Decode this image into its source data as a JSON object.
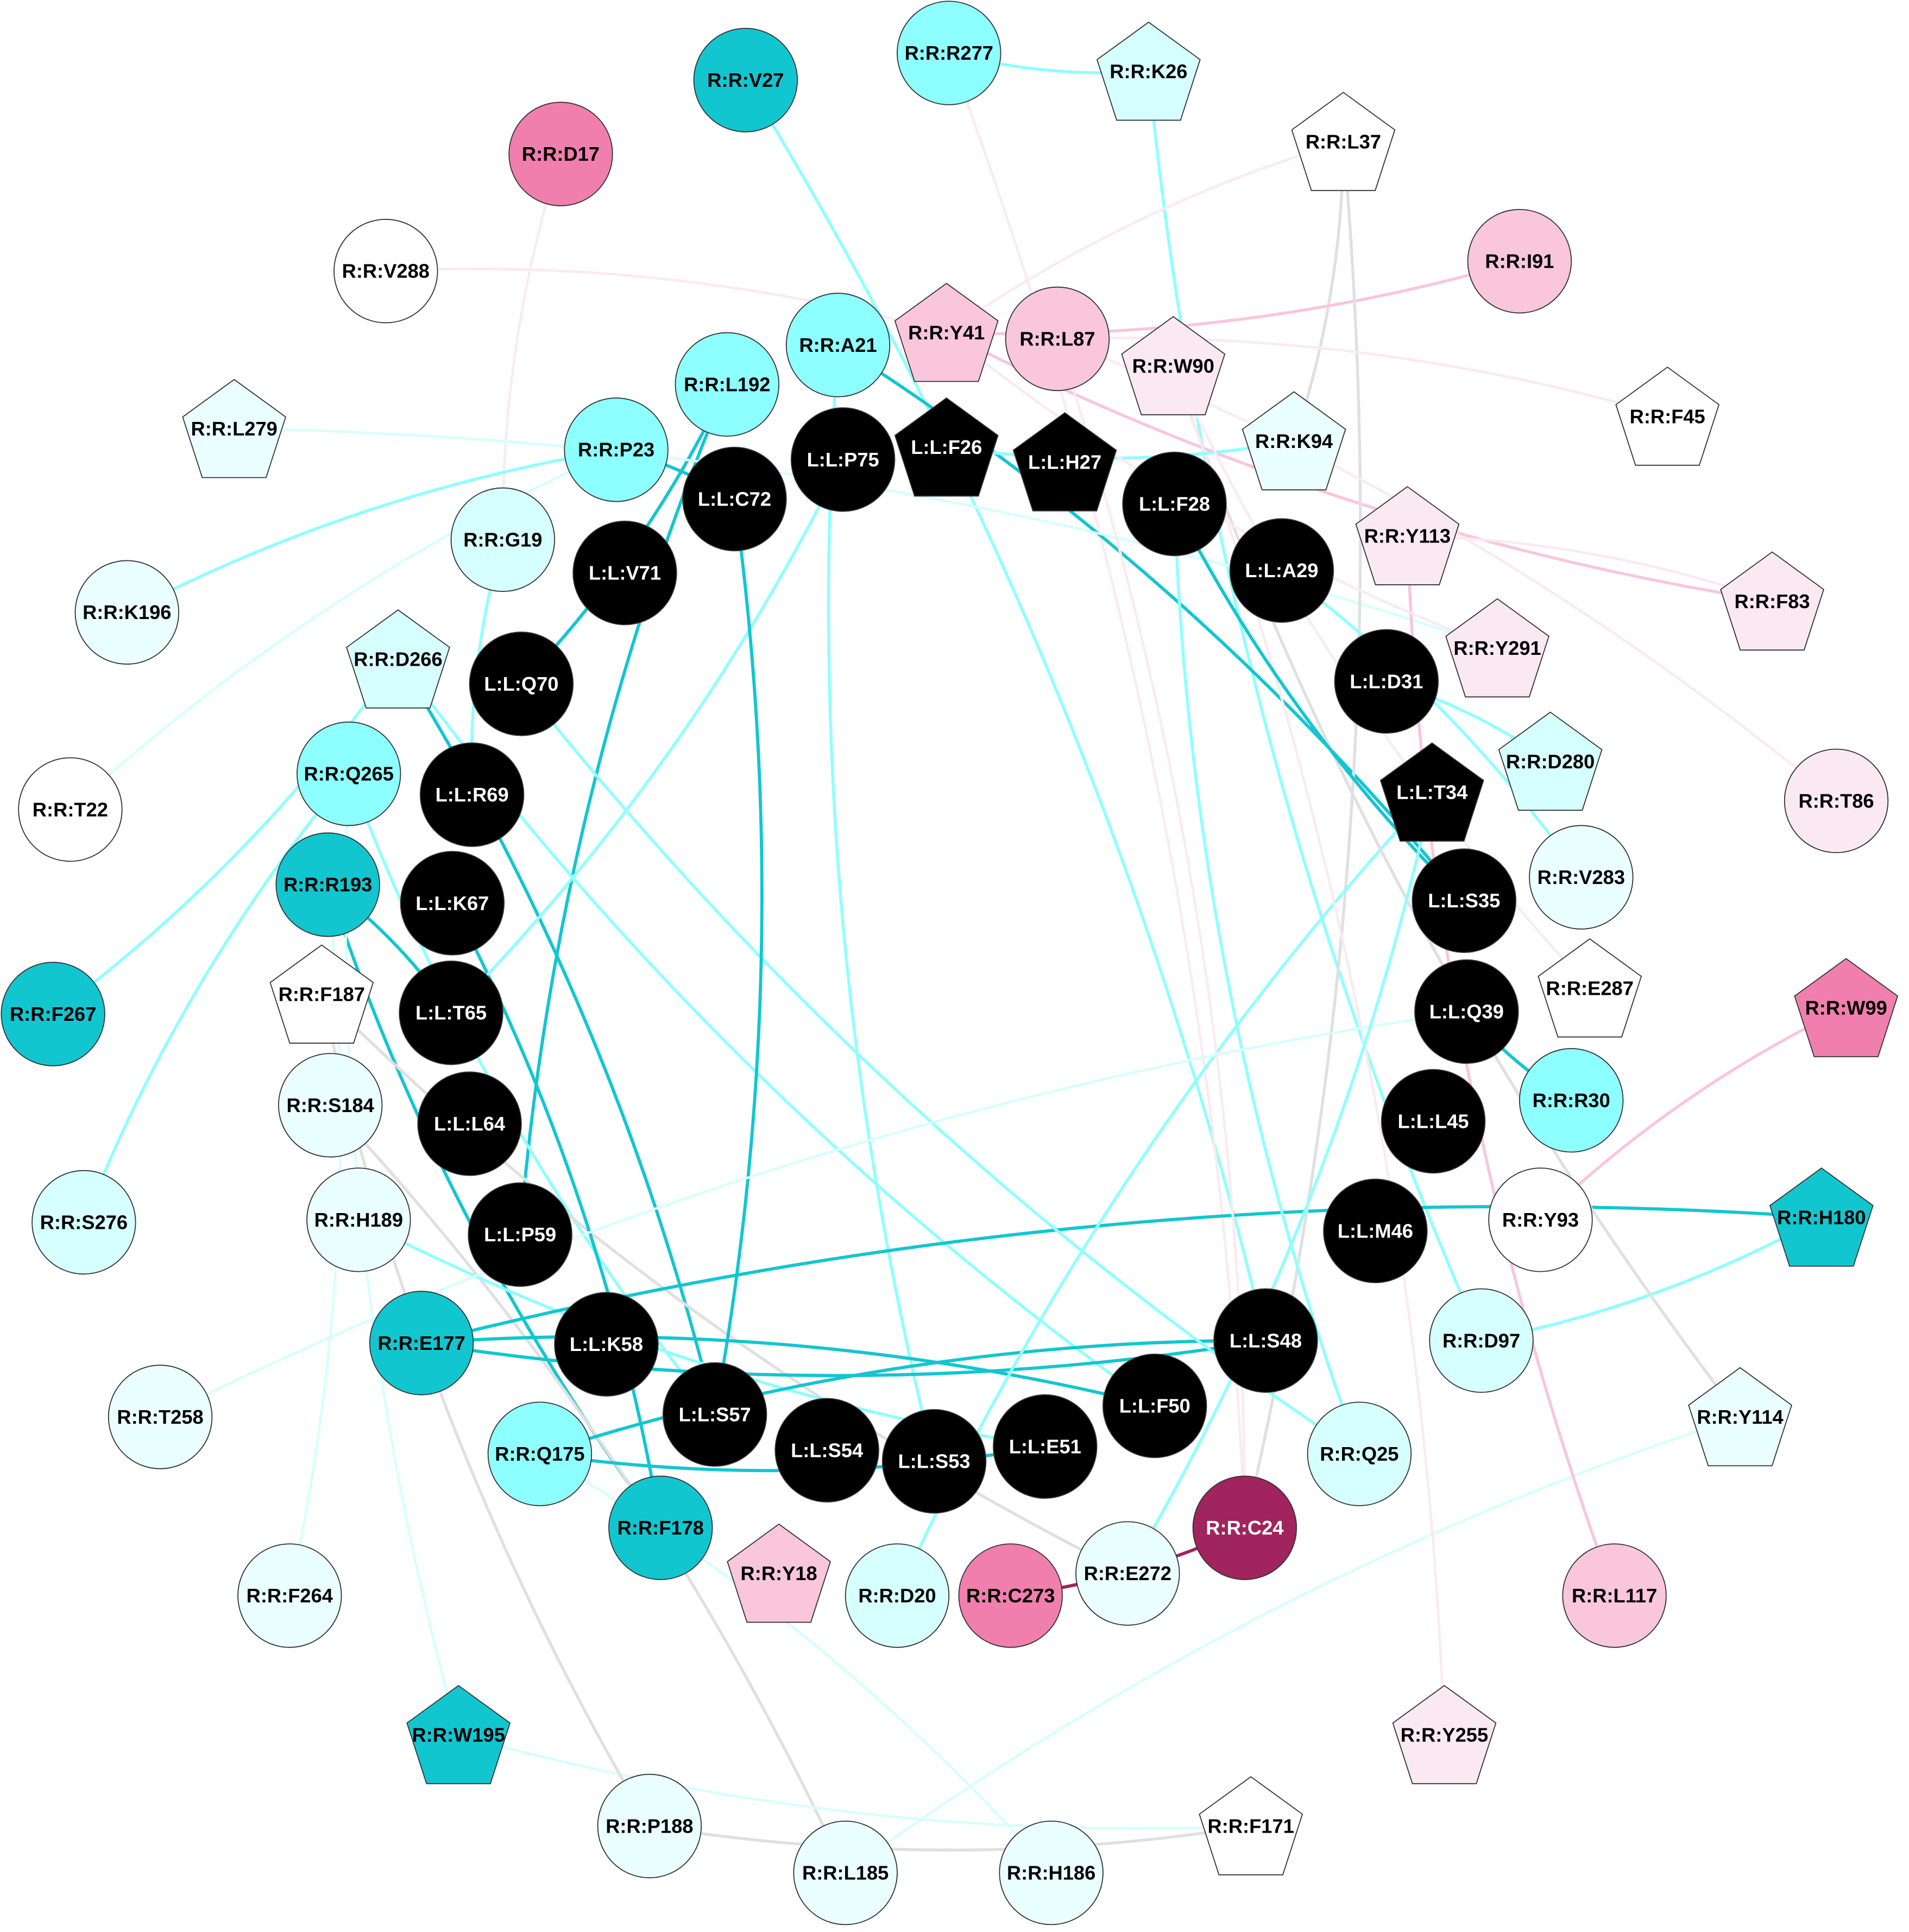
{
  "colors": {
    "dark_cyan": "#12c6d0",
    "cyan": "#8effff",
    "light_cyan": "#d6ffff",
    "pale_cyan": "#eaffff",
    "white": "#ffffff",
    "black": "#000000",
    "pink_strong": "#f07fad",
    "pink": "#f9c6dc",
    "pink_pale": "#fbe9f1",
    "magenta_dark": "#a0245d",
    "gray": "#e0e0e0"
  },
  "nodes": [
    {
      "id": "R:R:V27",
      "shape": "circle",
      "fill": "dark_cyan"
    },
    {
      "id": "R:R:R277",
      "shape": "circle",
      "fill": "cyan"
    },
    {
      "id": "R:R:K26",
      "shape": "pentagon",
      "fill": "light_cyan"
    },
    {
      "id": "R:R:L37",
      "shape": "pentagon",
      "fill": "white"
    },
    {
      "id": "R:R:D17",
      "shape": "circle",
      "fill": "pink_strong"
    },
    {
      "id": "R:R:I91",
      "shape": "circle",
      "fill": "pink"
    },
    {
      "id": "R:R:V288",
      "shape": "circle",
      "fill": "white"
    },
    {
      "id": "R:R:A21",
      "shape": "circle",
      "fill": "cyan"
    },
    {
      "id": "R:R:Y41",
      "shape": "pentagon",
      "fill": "pink"
    },
    {
      "id": "R:R:L87",
      "shape": "circle",
      "fill": "pink"
    },
    {
      "id": "R:R:W90",
      "shape": "pentagon",
      "fill": "pink_pale"
    },
    {
      "id": "R:R:F45",
      "shape": "pentagon",
      "fill": "white"
    },
    {
      "id": "R:R:L192",
      "shape": "circle",
      "fill": "cyan"
    },
    {
      "id": "R:R:L279",
      "shape": "pentagon",
      "fill": "pale_cyan"
    },
    {
      "id": "R:R:P23",
      "shape": "circle",
      "fill": "cyan"
    },
    {
      "id": "R:R:K94",
      "shape": "pentagon",
      "fill": "pale_cyan"
    },
    {
      "id": "R:R:G19",
      "shape": "circle",
      "fill": "light_cyan"
    },
    {
      "id": "R:R:Y113",
      "shape": "pentagon",
      "fill": "pink_pale"
    },
    {
      "id": "R:R:F83",
      "shape": "pentagon",
      "fill": "pink_pale"
    },
    {
      "id": "R:R:K196",
      "shape": "circle",
      "fill": "pale_cyan"
    },
    {
      "id": "R:R:Y291",
      "shape": "pentagon",
      "fill": "pink_pale"
    },
    {
      "id": "R:R:D266",
      "shape": "pentagon",
      "fill": "light_cyan"
    },
    {
      "id": "R:R:D280",
      "shape": "pentagon",
      "fill": "light_cyan"
    },
    {
      "id": "R:R:Q265",
      "shape": "circle",
      "fill": "cyan"
    },
    {
      "id": "R:R:T22",
      "shape": "circle",
      "fill": "white"
    },
    {
      "id": "R:R:T86",
      "shape": "circle",
      "fill": "pink_pale"
    },
    {
      "id": "R:R:V283",
      "shape": "circle",
      "fill": "pale_cyan"
    },
    {
      "id": "R:R:R193",
      "shape": "circle",
      "fill": "dark_cyan"
    },
    {
      "id": "R:R:F187",
      "shape": "pentagon",
      "fill": "white"
    },
    {
      "id": "R:R:E287",
      "shape": "pentagon",
      "fill": "white"
    },
    {
      "id": "R:R:W99",
      "shape": "pentagon",
      "fill": "pink_strong"
    },
    {
      "id": "R:R:F267",
      "shape": "circle",
      "fill": "dark_cyan"
    },
    {
      "id": "R:R:S184",
      "shape": "circle",
      "fill": "pale_cyan"
    },
    {
      "id": "R:R:R30",
      "shape": "circle",
      "fill": "cyan"
    },
    {
      "id": "R:R:S276",
      "shape": "circle",
      "fill": "light_cyan"
    },
    {
      "id": "R:R:H189",
      "shape": "circle",
      "fill": "pale_cyan"
    },
    {
      "id": "R:R:Y93",
      "shape": "circle",
      "fill": "white"
    },
    {
      "id": "R:R:H180",
      "shape": "pentagon",
      "fill": "dark_cyan"
    },
    {
      "id": "R:R:E177",
      "shape": "circle",
      "fill": "dark_cyan"
    },
    {
      "id": "R:R:D97",
      "shape": "circle",
      "fill": "light_cyan"
    },
    {
      "id": "R:R:T258",
      "shape": "circle",
      "fill": "pale_cyan"
    },
    {
      "id": "R:R:Y114",
      "shape": "pentagon",
      "fill": "pale_cyan"
    },
    {
      "id": "R:R:Q175",
      "shape": "circle",
      "fill": "cyan"
    },
    {
      "id": "R:R:Q25",
      "shape": "circle",
      "fill": "light_cyan"
    },
    {
      "id": "R:R:F178",
      "shape": "circle",
      "fill": "dark_cyan"
    },
    {
      "id": "R:R:C24",
      "shape": "circle",
      "fill": "magenta_dark"
    },
    {
      "id": "R:R:Y18",
      "shape": "pentagon",
      "fill": "pink"
    },
    {
      "id": "R:R:D20",
      "shape": "circle",
      "fill": "light_cyan"
    },
    {
      "id": "R:R:C273",
      "shape": "circle",
      "fill": "pink_strong"
    },
    {
      "id": "R:R:E272",
      "shape": "circle",
      "fill": "pale_cyan"
    },
    {
      "id": "R:R:F264",
      "shape": "circle",
      "fill": "pale_cyan"
    },
    {
      "id": "R:R:L117",
      "shape": "circle",
      "fill": "pink"
    },
    {
      "id": "R:R:W195",
      "shape": "pentagon",
      "fill": "dark_cyan"
    },
    {
      "id": "R:R:Y255",
      "shape": "pentagon",
      "fill": "pink_pale"
    },
    {
      "id": "R:R:P188",
      "shape": "circle",
      "fill": "pale_cyan"
    },
    {
      "id": "R:R:F171",
      "shape": "pentagon",
      "fill": "white"
    },
    {
      "id": "R:R:L185",
      "shape": "circle",
      "fill": "pale_cyan"
    },
    {
      "id": "R:R:H186",
      "shape": "circle",
      "fill": "pale_cyan"
    },
    {
      "id": "L:L:P75",
      "shape": "circle",
      "fill": "black"
    },
    {
      "id": "L:L:F26",
      "shape": "pentagon",
      "fill": "black"
    },
    {
      "id": "L:L:H27",
      "shape": "pentagon",
      "fill": "black"
    },
    {
      "id": "L:L:C72",
      "shape": "circle",
      "fill": "black"
    },
    {
      "id": "L:L:F28",
      "shape": "circle",
      "fill": "black"
    },
    {
      "id": "L:L:V71",
      "shape": "circle",
      "fill": "black"
    },
    {
      "id": "L:L:A29",
      "shape": "circle",
      "fill": "black"
    },
    {
      "id": "L:L:Q70",
      "shape": "circle",
      "fill": "black"
    },
    {
      "id": "L:L:D31",
      "shape": "circle",
      "fill": "black"
    },
    {
      "id": "L:L:T34",
      "shape": "pentagon",
      "fill": "black"
    },
    {
      "id": "L:L:R69",
      "shape": "circle",
      "fill": "black"
    },
    {
      "id": "L:L:K67",
      "shape": "circle",
      "fill": "black"
    },
    {
      "id": "L:L:S35",
      "shape": "circle",
      "fill": "black"
    },
    {
      "id": "L:L:T65",
      "shape": "circle",
      "fill": "black"
    },
    {
      "id": "L:L:Q39",
      "shape": "circle",
      "fill": "black"
    },
    {
      "id": "L:L:L64",
      "shape": "circle",
      "fill": "black"
    },
    {
      "id": "L:L:L45",
      "shape": "circle",
      "fill": "black"
    },
    {
      "id": "L:L:P59",
      "shape": "circle",
      "fill": "black"
    },
    {
      "id": "L:L:M46",
      "shape": "circle",
      "fill": "black"
    },
    {
      "id": "L:L:K58",
      "shape": "circle",
      "fill": "black"
    },
    {
      "id": "L:L:S48",
      "shape": "circle",
      "fill": "black"
    },
    {
      "id": "L:L:S57",
      "shape": "circle",
      "fill": "black"
    },
    {
      "id": "L:L:F50",
      "shape": "circle",
      "fill": "black"
    },
    {
      "id": "L:L:S54",
      "shape": "circle",
      "fill": "black"
    },
    {
      "id": "L:L:E51",
      "shape": "circle",
      "fill": "black"
    },
    {
      "id": "L:L:S53",
      "shape": "circle",
      "fill": "black"
    }
  ],
  "edges": [
    [
      "R:R:V27",
      "L:L:S48",
      "cyan"
    ],
    [
      "R:R:R277",
      "R:R:K26",
      "cyan"
    ],
    [
      "R:R:R277",
      "R:R:C24",
      "pink_pale"
    ],
    [
      "R:R:K26",
      "R:R:D97",
      "cyan"
    ],
    [
      "R:R:L37",
      "R:R:K94",
      "gray"
    ],
    [
      "R:R:L37",
      "R:R:Y41",
      "pink_pale"
    ],
    [
      "R:R:I91",
      "R:R:Y41",
      "pink"
    ],
    [
      "R:R:Y41",
      "R:R:F83",
      "pink"
    ],
    [
      "R:R:V288",
      "R:R:Y41",
      "pink_pale"
    ],
    [
      "R:R:D17",
      "R:R:G19",
      "pink_pale"
    ],
    [
      "R:R:A21",
      "L:L:S35",
      "dark_cyan"
    ],
    [
      "R:R:A21",
      "L:L:S53",
      "cyan"
    ],
    [
      "R:R:L192",
      "L:L:Q70",
      "dark_cyan"
    ],
    [
      "R:R:L192",
      "L:L:P59",
      "dark_cyan"
    ],
    [
      "R:R:P23",
      "L:L:C72",
      "dark_cyan"
    ],
    [
      "R:R:P23",
      "R:R:K196",
      "cyan"
    ],
    [
      "R:R:L279",
      "R:R:Y291",
      "light_cyan"
    ],
    [
      "R:R:G19",
      "L:L:R69",
      "cyan"
    ],
    [
      "R:R:D266",
      "R:R:F267",
      "cyan"
    ],
    [
      "R:R:D266",
      "L:L:F50",
      "cyan"
    ],
    [
      "R:R:D266",
      "L:L:S57",
      "dark_cyan"
    ],
    [
      "R:R:Q265",
      "L:L:S57",
      "cyan"
    ],
    [
      "R:R:T22",
      "R:R:P23",
      "light_cyan"
    ],
    [
      "R:R:R193",
      "R:R:F178",
      "dark_cyan"
    ],
    [
      "R:R:R193",
      "L:L:T65",
      "dark_cyan"
    ],
    [
      "R:R:F187",
      "R:R:E272",
      "gray"
    ],
    [
      "R:R:S184",
      "R:R:L185",
      "gray"
    ],
    [
      "R:R:H189",
      "L:L:E51",
      "cyan"
    ],
    [
      "R:R:E177",
      "R:R:H180",
      "dark_cyan"
    ],
    [
      "R:R:E177",
      "L:L:S48",
      "dark_cyan"
    ],
    [
      "R:R:E177",
      "L:L:F50",
      "dark_cyan"
    ],
    [
      "R:R:Q175",
      "L:L:E51",
      "dark_cyan"
    ],
    [
      "R:R:Q175",
      "L:L:S48",
      "dark_cyan"
    ],
    [
      "R:R:F178",
      "L:L:K67",
      "dark_cyan"
    ],
    [
      "R:R:C24",
      "R:R:C273",
      "magenta_dark"
    ],
    [
      "R:R:C24",
      "R:R:L37",
      "gray"
    ],
    [
      "R:R:D20",
      "L:L:T34",
      "cyan"
    ],
    [
      "R:R:W99",
      "R:R:Y93",
      "pink"
    ],
    [
      "R:R:H180",
      "R:R:D97",
      "cyan"
    ],
    [
      "R:R:Y114",
      "R:R:L185",
      "light_cyan"
    ],
    [
      "R:R:Y114",
      "R:R:W90",
      "gray"
    ],
    [
      "R:R:W195",
      "R:R:F171",
      "light_cyan"
    ],
    [
      "R:R:W195",
      "R:R:Q265",
      "light_cyan"
    ],
    [
      "R:R:P188",
      "R:R:F171",
      "gray"
    ],
    [
      "R:R:P188",
      "R:R:F187",
      "gray"
    ],
    [
      "R:R:Y255",
      "R:R:W90",
      "pink_pale"
    ],
    [
      "R:R:L117",
      "R:R:Y113",
      "pink"
    ],
    [
      "R:R:T86",
      "R:R:L87",
      "pink_pale"
    ],
    [
      "R:R:L87",
      "R:R:C24",
      "pink_pale"
    ],
    [
      "L:L:F28",
      "R:R:Q25",
      "cyan"
    ],
    [
      "L:L:D31",
      "R:R:D280",
      "cyan"
    ],
    [
      "L:L:Q39",
      "R:R:R30",
      "dark_cyan"
    ],
    [
      "L:L:P75",
      "L:L:T65",
      "cyan"
    ],
    [
      "L:L:Q70",
      "R:R:Q25",
      "cyan"
    ],
    [
      "L:L:A29",
      "R:R:V283",
      "cyan"
    ],
    [
      "L:L:F28",
      "L:L:S35",
      "dark_cyan"
    ],
    [
      "L:L:C72",
      "L:L:S57",
      "dark_cyan"
    ],
    [
      "L:L:Q39",
      "R:R:T258",
      "light_cyan"
    ],
    [
      "L:L:T34",
      "R:R:E272",
      "cyan"
    ],
    [
      "R:R:F264",
      "R:R:R193",
      "light_cyan"
    ],
    [
      "R:R:S276",
      "R:R:Q265",
      "cyan"
    ],
    [
      "R:R:H186",
      "R:R:Q175",
      "light_cyan"
    ],
    [
      "R:R:K94",
      "L:L:F26",
      "cyan"
    ],
    [
      "R:R:W90",
      "R:R:E287",
      "pink_pale"
    ],
    [
      "R:R:Y113",
      "R:R:F83",
      "pink_pale"
    ],
    [
      "R:R:F45",
      "R:R:L87",
      "pink_pale"
    ],
    [
      "R:R:Y291",
      "R:R:Y41",
      "pink_pale"
    ]
  ]
}
